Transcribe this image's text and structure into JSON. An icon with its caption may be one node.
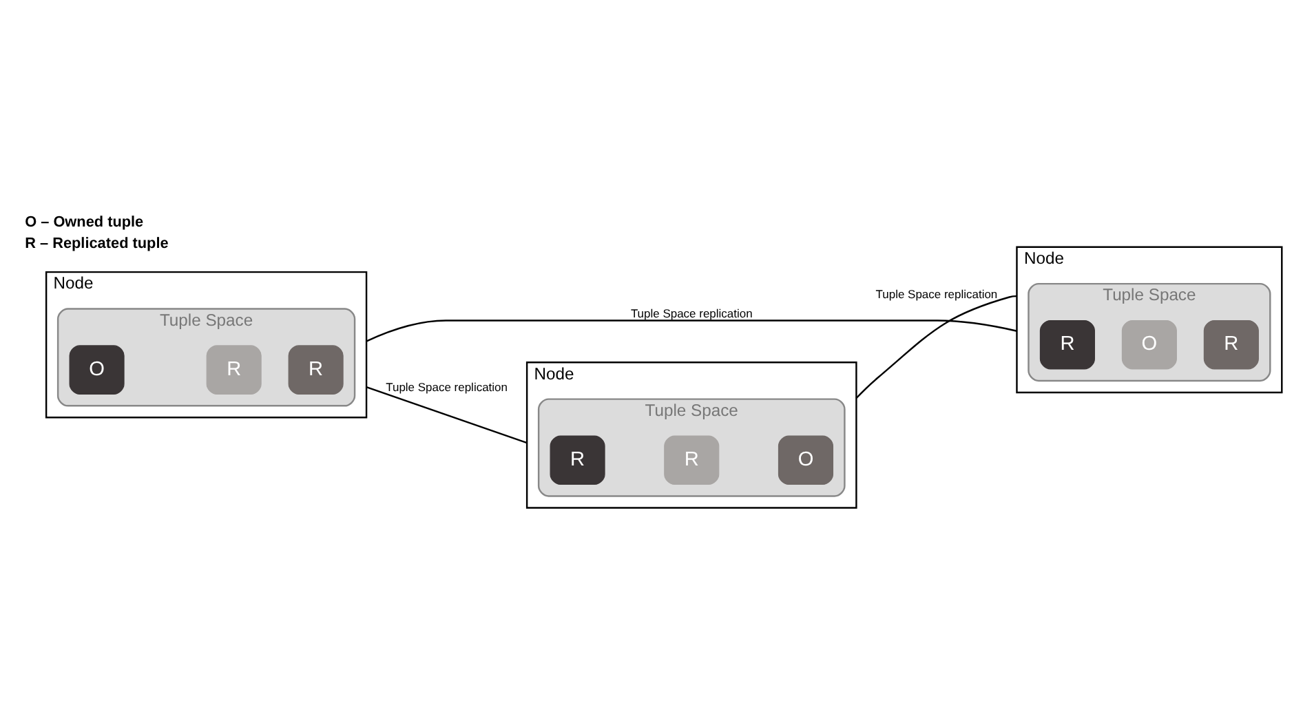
{
  "diagram": {
    "nodes": [
      {
        "text": [
          "Node"
        ]
      },
      {
        "text": [
          "Tuple Space"
        ],
        "in": 0
      },
      {
        "text": [
          "O"
        ],
        "in": 1
      },
      {
        "text": [
          "R"
        ],
        "in": 1
      },
      {
        "text": [
          "R"
        ],
        "in": 1
      },
      {
        "text": [
          "Node"
        ]
      },
      {
        "text": [
          "Tuple Space"
        ],
        "in": 5
      },
      {
        "text": [
          "R"
        ],
        "in": 6
      },
      {
        "text": [
          "O"
        ],
        "in": 6
      },
      {
        "text": [
          "R"
        ],
        "in": 6
      },
      {
        "text": [
          "Node"
        ]
      },
      {
        "text": [
          "Tuple Space"
        ],
        "in": 10
      },
      {
        "text": [
          "R"
        ],
        "in": 11
      },
      {
        "text": [
          "R"
        ],
        "in": 11
      },
      {
        "text": [
          "O"
        ],
        "in": 11
      }
    ],
    "edges": [
      {
        "from": 0,
        "to": 5,
        "arrow": "none",
        "label": "Tuple Space replication"
      },
      {
        "from": 0,
        "to": 10,
        "arrow": "none",
        "label": "Tuple Space replication"
      },
      {
        "from": 5,
        "to": 10,
        "arrow": "none",
        "label": "Tuple Space replication"
      }
    ],
    "labels": [
      "O – Owned tuple",
      "R – Replicated tuple"
    ]
  }
}
